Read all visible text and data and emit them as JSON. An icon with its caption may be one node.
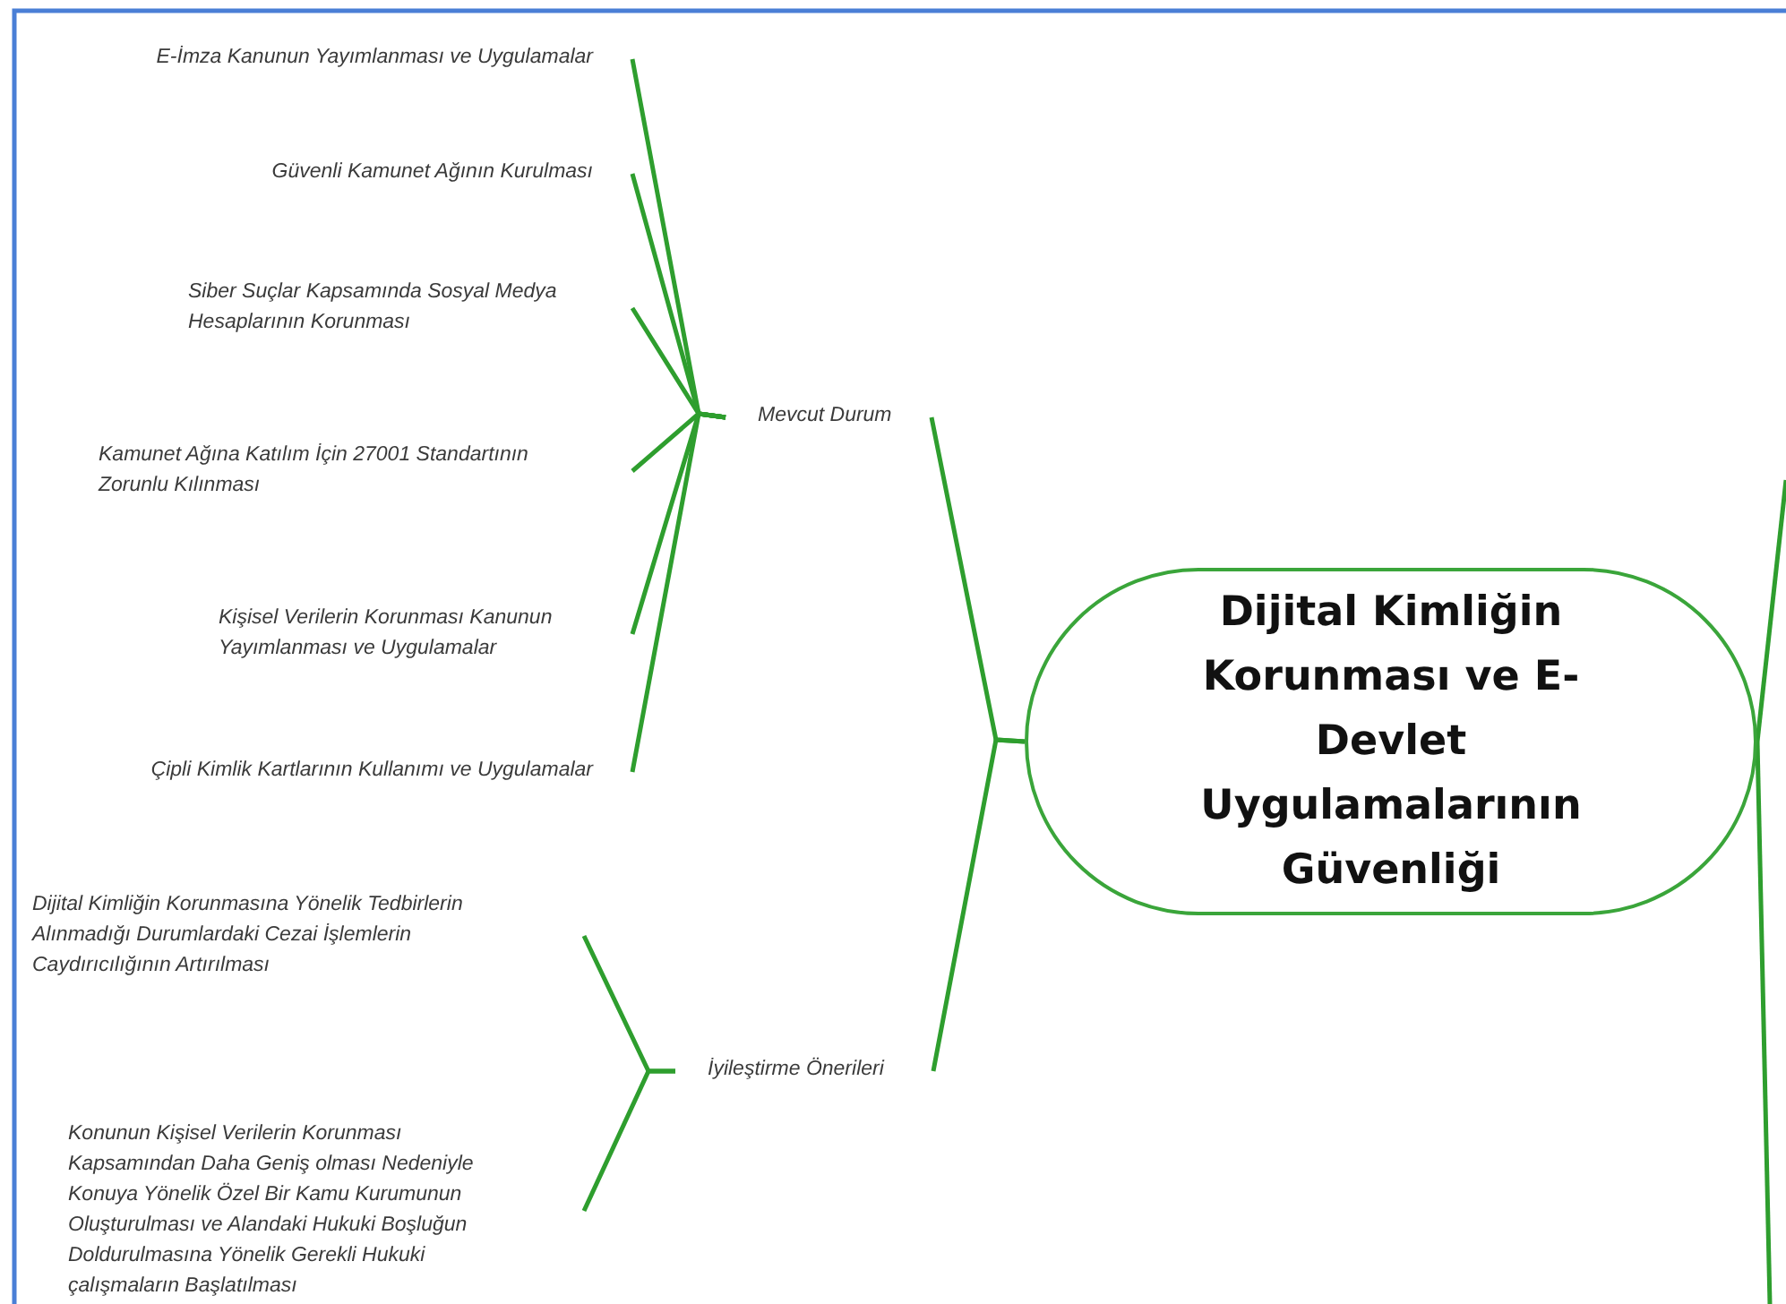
{
  "diagram": {
    "nodes": [
      {
        "text": [
          "Dijital Kimliğin Korunması ve E-Devlet Uygulamalarının Güvenliği"
        ]
      },
      {
        "text": [
          "Mevcut Durum"
        ]
      },
      {
        "text": [
          "İyileştirme Önerileri"
        ]
      },
      {
        "text": [
          "E-İmza Kanunun Yayımlanması ve Uygulamalar"
        ]
      },
      {
        "text": [
          "Güvenli Kamunet Ağının Kurulması"
        ]
      },
      {
        "text": [
          "Siber Suçlar Kapsamında Sosyal Medya Hesaplarının Korunması"
        ]
      },
      {
        "text": [
          "Kamunet Ağına Katılım İçin 27001 Standartının Zorunlu Kılınması"
        ]
      },
      {
        "text": [
          "Kişisel Verilerin Korunması Kanunun Yayımlanması ve Uygulamalar"
        ]
      },
      {
        "text": [
          "Çipli Kimlik Kartlarının Kullanımı ve Uygulamalar"
        ]
      },
      {
        "text": [
          "Dijital Kimliğin Korunmasına Yönelik Tedbirlerin Alınmadığı Durumlardaki Cezai İşlemlerin Caydırıcılığının Artırılması"
        ]
      },
      {
        "text": [
          "Konunun Kişisel Verilerin Korunması Kapsamından Daha Geniş olması Nedeniyle Konuya Yönelik Özel Bir Kamu Kurumunun Oluşturulması ve Alandaki Hukuki Boşluğun Doldurulmasına Yönelik Gerekli Hukuki çalışmaların Başlatılması"
        ]
      }
    ],
    "edges": [
      {
        "from": 0,
        "to": 1,
        "arrow": "none"
      },
      {
        "from": 0,
        "to": 2,
        "arrow": "none"
      },
      {
        "from": 1,
        "to": 3,
        "arrow": "none"
      },
      {
        "from": 1,
        "to": 4,
        "arrow": "none"
      },
      {
        "from": 1,
        "to": 5,
        "arrow": "none"
      },
      {
        "from": 1,
        "to": 6,
        "arrow": "none"
      },
      {
        "from": 1,
        "to": 7,
        "arrow": "none"
      },
      {
        "from": 1,
        "to": 8,
        "arrow": "none"
      },
      {
        "from": 2,
        "to": 9,
        "arrow": "none"
      },
      {
        "from": 2,
        "to": 10,
        "arrow": "none"
      },
      {
        "from": 0,
        "to": null,
        "arrow": "none"
      },
      {
        "from": 0,
        "to": null,
        "arrow": "none"
      }
    ]
  }
}
